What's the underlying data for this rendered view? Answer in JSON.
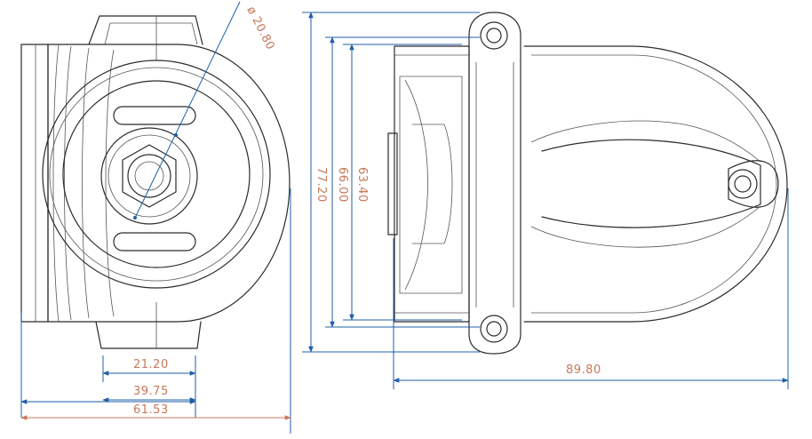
{
  "colors": {
    "outline": "#2b2b2b",
    "dimension_line": "#1f5fa8",
    "dimension_text": "#c8785a",
    "background": "#ffffff"
  },
  "dimensions": {
    "diameter": "ø 20.80",
    "d_21_20": "21.20",
    "d_39_75": "39.75",
    "d_61_53": "61.53",
    "d_77_20": "77.20",
    "d_66_00": "66.00",
    "d_63_40": "63.40",
    "d_89_80": "89.80"
  }
}
